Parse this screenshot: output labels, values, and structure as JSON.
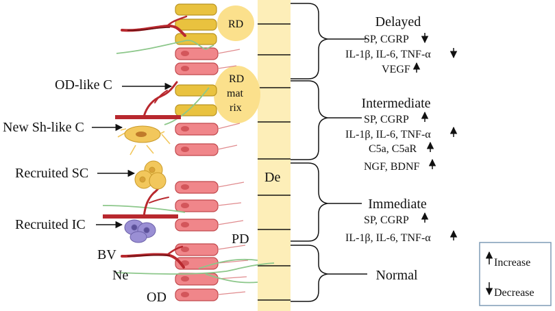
{
  "colors": {
    "dentin": "#fdeeb8",
    "odontoblast_fill": "#f0868a",
    "odontoblast_stroke": "#c0484c",
    "reparative_fill": "#e9c23f",
    "reparative_stroke": "#b89320",
    "vessel": "#b8282e",
    "vessel_dark": "#6a0f12",
    "nerve": "#8cc78a",
    "stem_cell": "#f2c75c",
    "immune_cell": "#9a8fd4",
    "rd_circle": "#fbe08c",
    "legend_border": "#7f9bb5"
  },
  "labels": {
    "rd": "RD",
    "rd_matrix": [
      "RD",
      "mat",
      "rix"
    ],
    "de": "De",
    "pd": "PD",
    "od_like": "OD-like C",
    "new_sh_like": "New Sh-like C",
    "recruited_sc": "Recruited SC",
    "recruited_ic": "Recruited IC",
    "bv": "BV",
    "ne": "Ne",
    "od": "OD"
  },
  "stages": [
    {
      "title": "Delayed",
      "markers": [
        {
          "text": "SP, CGRP",
          "arrow": "down"
        },
        {
          "text": "IL-1β, IL-6,  TNF-α",
          "arrow": "down"
        },
        {
          "text": "VEGF",
          "arrow": "up"
        }
      ]
    },
    {
      "title": "Intermediate",
      "markers": [
        {
          "text": "SP, CGRP",
          "arrow": "up"
        },
        {
          "text": "IL-1β, IL-6,  TNF-α",
          "arrow": "up"
        },
        {
          "text": "C5a, C5aR",
          "arrow": "up"
        },
        {
          "text": "NGF, BDNF",
          "arrow": "up"
        }
      ]
    },
    {
      "title": "Immediate",
      "markers": [
        {
          "text": "SP, CGRP",
          "arrow": "up"
        },
        {
          "text": "IL-1β, IL-6,  TNF-α",
          "arrow": "up"
        }
      ]
    },
    {
      "title": "Normal",
      "markers": []
    }
  ],
  "legend": {
    "increase": "Increase",
    "decrease": "Decrease"
  }
}
